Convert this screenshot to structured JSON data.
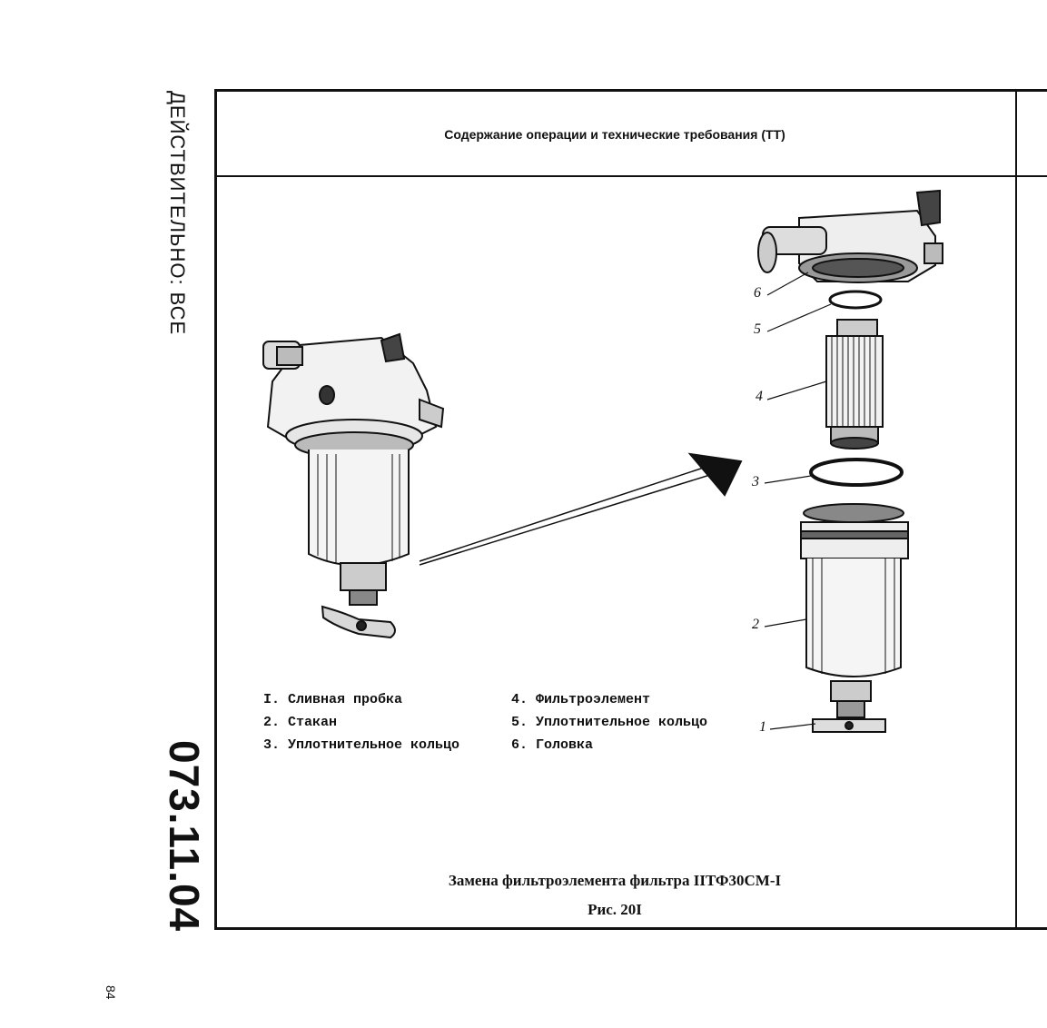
{
  "sidebar": {
    "effectivity": "ДЕЙСТВИТЕЛЬНО: ВСЕ",
    "doc_code": "073.11.04",
    "page_number": "84"
  },
  "header": {
    "title": "Содержание операции и технические требования (ТТ)"
  },
  "legend": {
    "left": [
      "I. Сливная пробка",
      "2. Стакан",
      "3. Уплотнительное кольцо"
    ],
    "right": [
      "4. Фильтроэлемент",
      "5. Уплотнительное кольцо",
      "6. Головка"
    ]
  },
  "callouts": [
    "1",
    "2",
    "3",
    "4",
    "5",
    "6"
  ],
  "caption": {
    "title": "Замена фильтроэлемента фильтра IIТФ30СМ-I",
    "figure": "Рис. 20I"
  },
  "colors": {
    "ink": "#111111",
    "paper": "#ffffff"
  }
}
